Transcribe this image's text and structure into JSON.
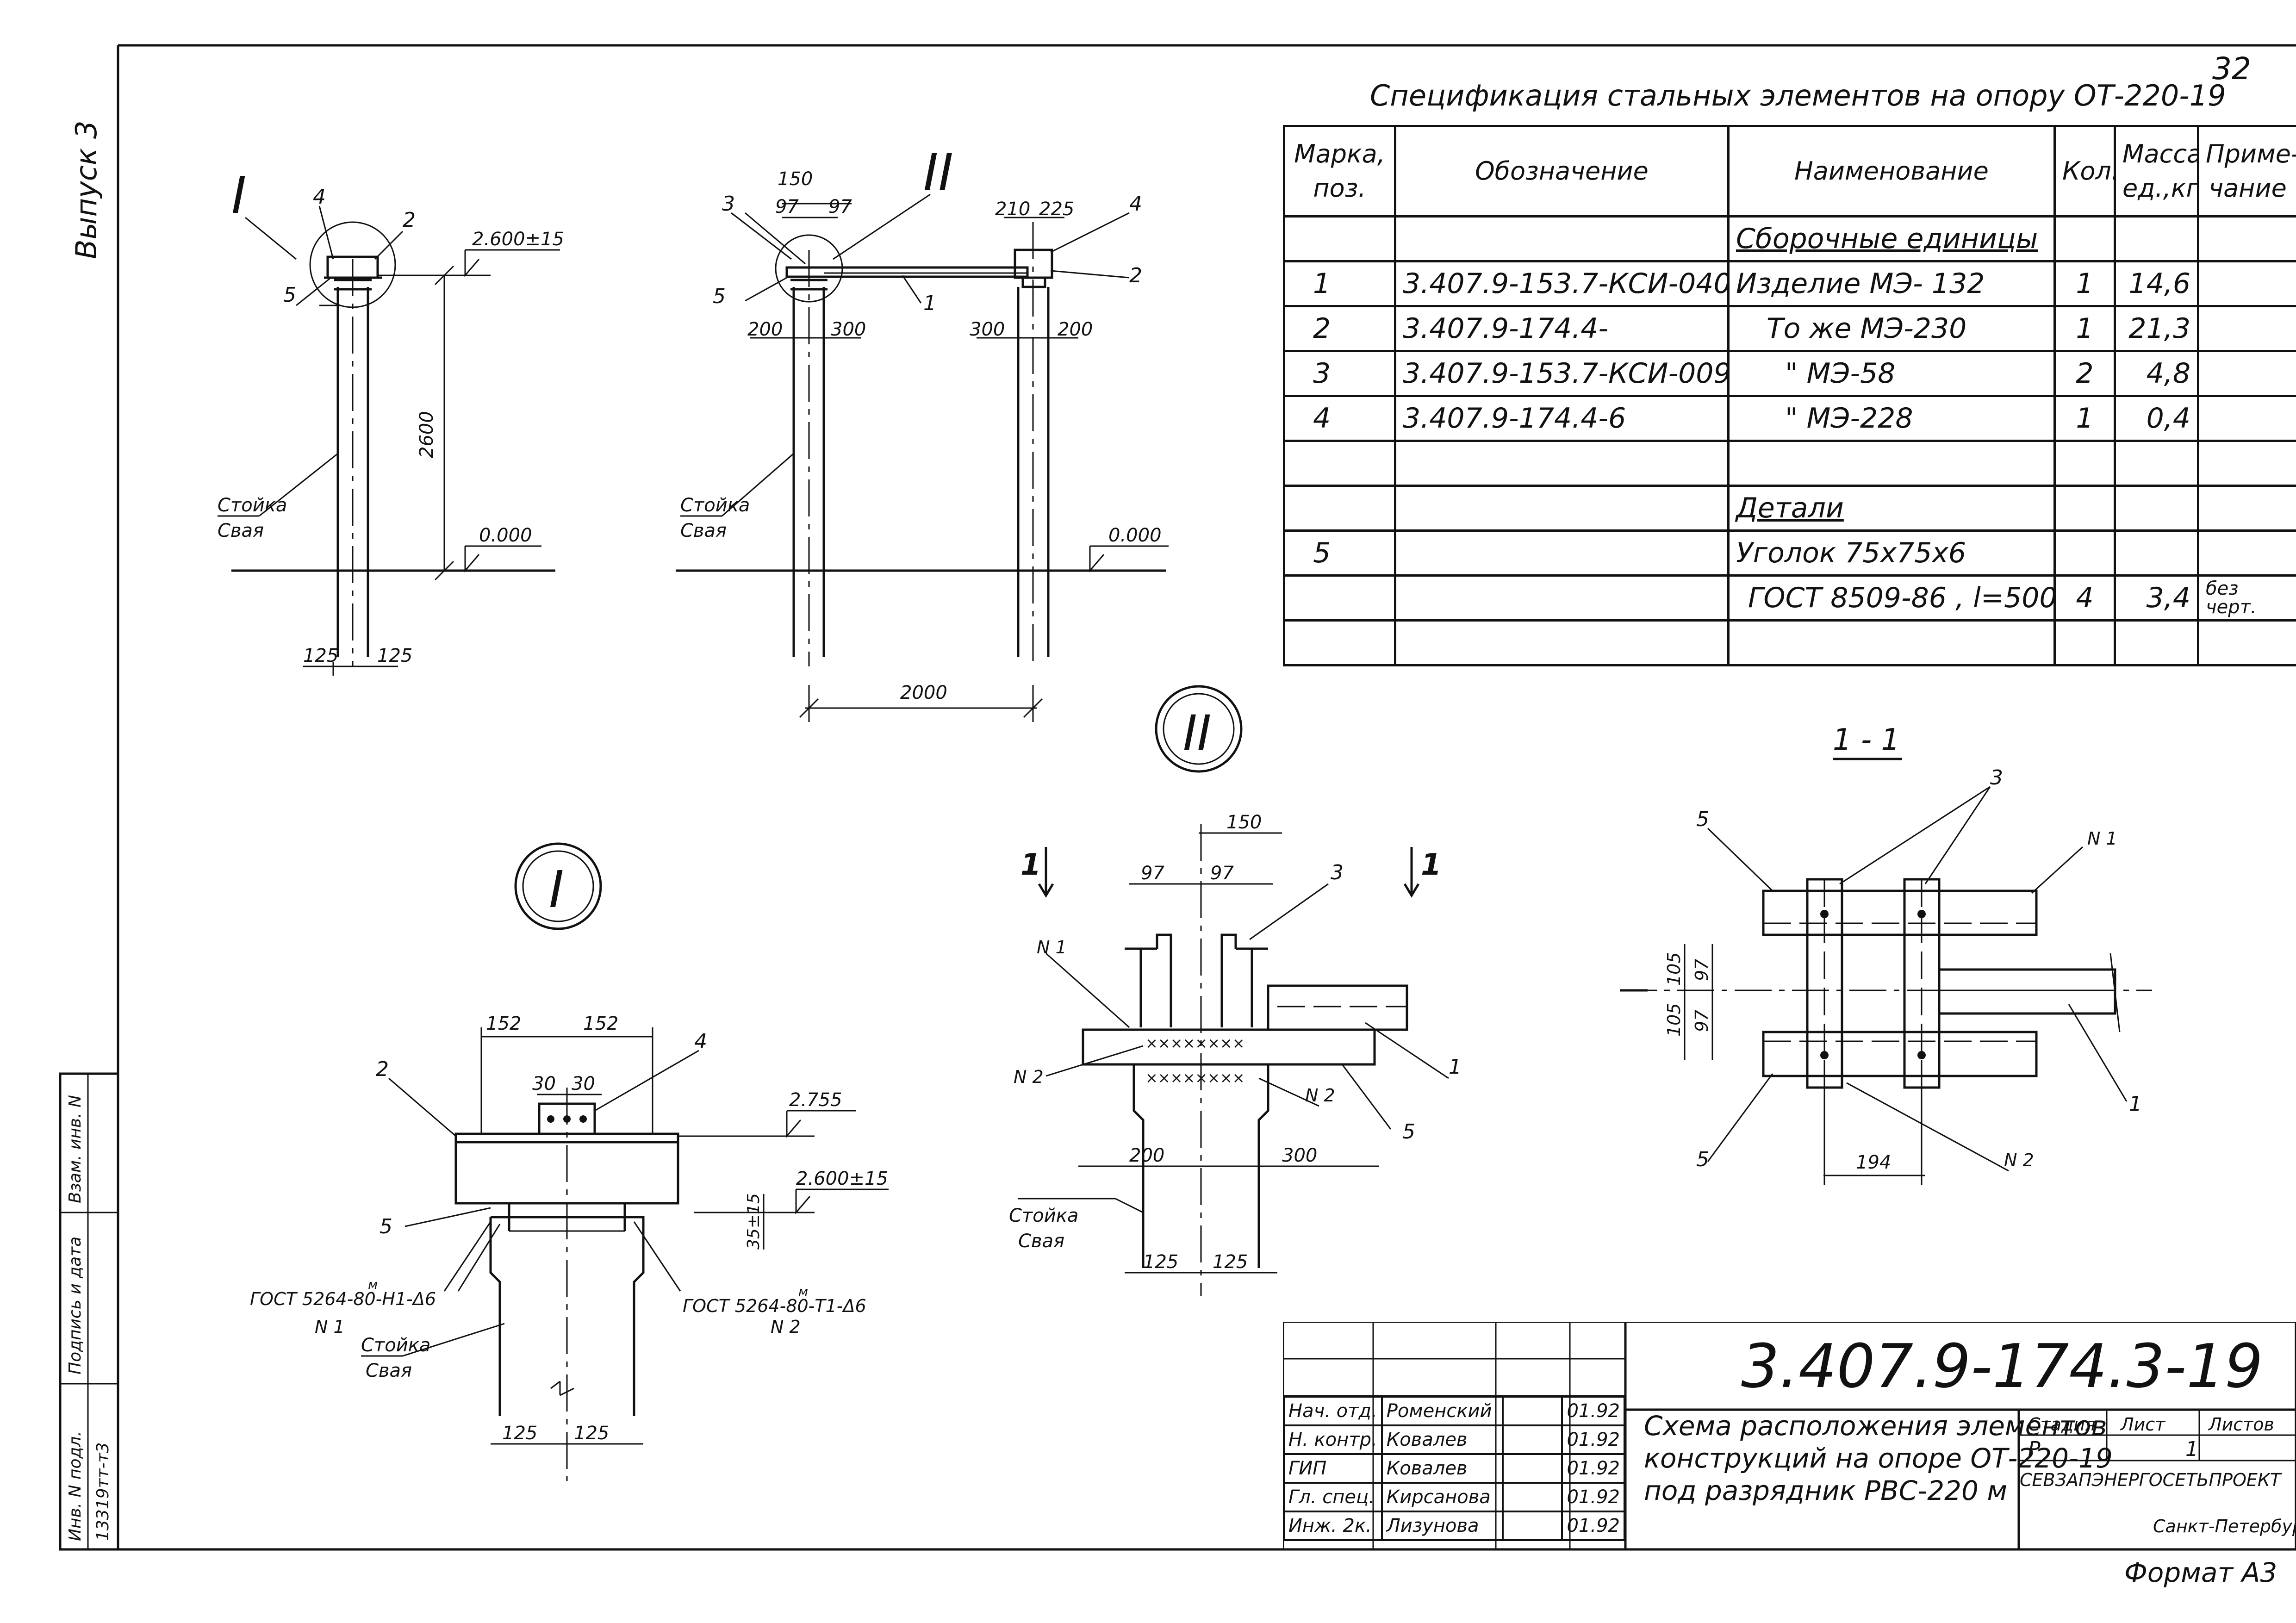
{
  "sheet": {
    "page_number": "32",
    "issue_label": "Выпуск 3",
    "format_label": "Формат А3"
  },
  "sidebar": {
    "stamp_rows": [
      "Взам. инв. N",
      "Подпись и дата",
      "Инв. N подл."
    ],
    "inv_number": "13319тт-т3"
  },
  "spec": {
    "title": "Спецификация стальных элементов на опору   ОТ-220-19",
    "headers": [
      "Марка, поз.",
      "Обозначение",
      "Наименование",
      "Кол.",
      "Масса ед.,кг",
      "Приме- чание"
    ],
    "rows": [
      [
        "",
        "",
        "Сборочные единицы",
        "",
        "",
        ""
      ],
      [
        "1",
        "3.407.9-153.7-КСИ-040",
        "Изделие МЭ- 132",
        "1",
        "14,6",
        ""
      ],
      [
        "2",
        "3.407.9-174.4-",
        "То же  МЭ-230",
        "1",
        "21,3",
        ""
      ],
      [
        "3",
        "3.407.9-153.7-КСИ-009",
        "\"    МЭ-58",
        "2",
        "4,8",
        ""
      ],
      [
        "4",
        "3.407.9-174.4-6",
        "\"    МЭ-228",
        "1",
        "0,4",
        ""
      ],
      [
        "",
        "",
        "",
        "",
        "",
        ""
      ],
      [
        "",
        "",
        "Детали",
        "",
        "",
        ""
      ],
      [
        "5",
        "",
        "Уголок 75х75х6",
        "",
        "",
        ""
      ],
      [
        "",
        "",
        "ГОСТ 8509-86 , l=500",
        "4",
        "3,4",
        "без черт."
      ],
      [
        "",
        "",
        "",
        "",
        "",
        ""
      ]
    ]
  },
  "drawing": {
    "view_I_mark": "I",
    "view_II_mark": "II",
    "section_label": "1 - 1",
    "section_arrow": "1",
    "dims": {
      "elev_top": "2.600±15",
      "elev_top_detail": "2.755",
      "elev_zero": "0.000",
      "height": "2600",
      "half_width": "125",
      "span": "2000",
      "d150": "150",
      "d97": "97",
      "d200": "200",
      "d300": "300",
      "d210": "210",
      "d225": "225",
      "d152": "152",
      "d30": "30",
      "d35": "35±15",
      "d105": "105",
      "d194": "194"
    },
    "labels": {
      "post": "Стойка",
      "pile": "Свая",
      "weld_n1": "ГОСТ 5264-80-Н1-Δ6",
      "weld_n2": "ГОСТ 5264-80-Т1-Δ6",
      "n1": "N 1",
      "n2": "N 2",
      "weld_mark": "м"
    },
    "positions": [
      "1",
      "2",
      "3",
      "4",
      "5"
    ]
  },
  "title_block": {
    "code": "3.407.9-174.3-19",
    "staff": [
      {
        "role": "Нач. отд.",
        "name": "Роменский",
        "date": "01.92"
      },
      {
        "role": "Н. контр.",
        "name": "Ковалев",
        "date": "01.92"
      },
      {
        "role": "ГИП",
        "name": "Ковалев",
        "date": "01.92"
      },
      {
        "role": "Гл. спец.",
        "name": "Кирсанова",
        "date": "01.92"
      },
      {
        "role": "Инж. 2к.",
        "name": "Лизунова",
        "date": "01.92"
      }
    ],
    "title_lines": [
      "Схема расположения элементов",
      "конструкций на опоре ОТ-220-19",
      "под разрядник  РВС-220 м"
    ],
    "stage_header": "Стадия",
    "sheet_header": "Лист",
    "sheets_header": "Листов",
    "stage": "Р",
    "sheet": "1",
    "org": "СЕВЗАПЭНЕРГОСЕТЬПРОЕКТ",
    "city": "Санкт-Петербург"
  }
}
